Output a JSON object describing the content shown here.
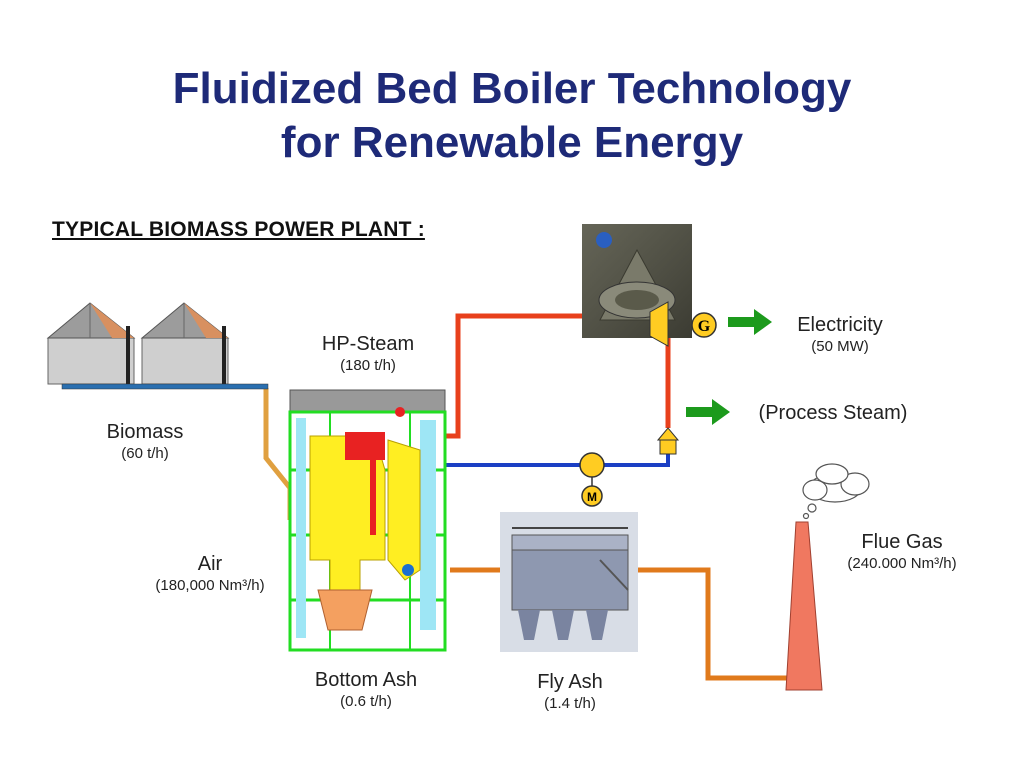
{
  "title_line1": "Fluidized Bed Boiler Technology",
  "title_line2": "for Renewable Energy",
  "subtitle": "TYPICAL BIOMASS POWER PLANT :",
  "labels": {
    "hp_steam": {
      "name": "HP-Steam",
      "value": "(180 t/h)"
    },
    "biomass": {
      "name": "Biomass",
      "value": "(60 t/h)"
    },
    "air": {
      "name": "Air",
      "value": "(180,000 Nm³/h)"
    },
    "bottom_ash": {
      "name": "Bottom Ash",
      "value": "(0.6 t/h)"
    },
    "fly_ash": {
      "name": "Fly Ash",
      "value": "(1.4 t/h)"
    },
    "electricity": {
      "name": "Electricity",
      "value": "(50 MW)"
    },
    "process_steam": {
      "name": "(Process Steam)"
    },
    "flue_gas": {
      "name": "Flue Gas",
      "value": "(240.000 Nm³/h)"
    }
  },
  "symbols": {
    "generator": "G",
    "motor": "M"
  },
  "colors": {
    "title": "#1e2a78",
    "steam_line": "#e8401c",
    "feedwater_line": "#1b3fc4",
    "flue_gas_line": "#e07a1c",
    "biomass_feed": "#e0a040",
    "arrow_green": "#1c9a1c",
    "boiler_green": "#22dd22",
    "stack": "#f07860"
  }
}
